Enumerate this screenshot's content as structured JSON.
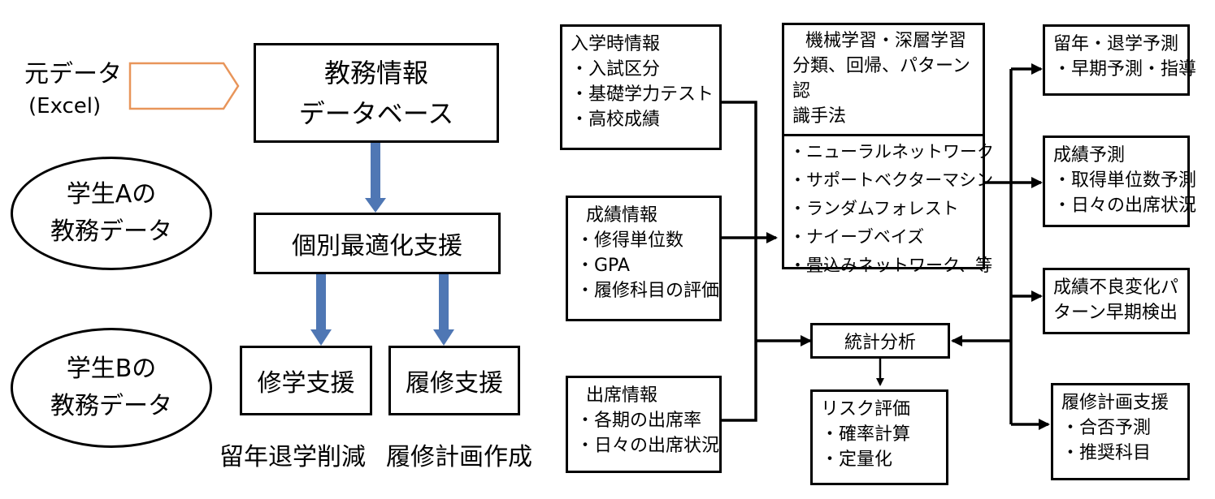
{
  "left": {
    "source": {
      "label": "元データ",
      "sub": "(Excel)"
    },
    "db": {
      "line1": "教務情報",
      "line2": "データベース"
    },
    "student_a": {
      "line1": "学生Aの",
      "line2": "教務データ"
    },
    "student_b": {
      "line1": "学生Bの",
      "line2": "教務データ"
    },
    "support": "個別最適化支援",
    "study_support": "修学支援",
    "course_support": "履修支援",
    "caption_study": "留年退学削減",
    "caption_course": "履修計画作成"
  },
  "inputs": {
    "admission": {
      "title": "入学時情報",
      "items": [
        "・入試区分",
        "・基礎学力テスト",
        "・高校成績"
      ]
    },
    "grades": {
      "title": "成績情報",
      "items": [
        "・修得単位数",
        "・GPA",
        "・履修科目の評価"
      ]
    },
    "attendance": {
      "title": "出席情報",
      "items": [
        "・各期の出席率",
        "・日々の出席状況"
      ]
    }
  },
  "ml": {
    "title_lines": [
      "機械学習・深層学習",
      "分類、回帰、パターン認",
      "識手法"
    ],
    "methods": [
      "・ニューラルネットワーク",
      "・サポートベクターマシン",
      "・ランダムフォレスト",
      "・ナイーブベイズ",
      "・畳込みネットワーク、等"
    ]
  },
  "stats": {
    "label": "統計分析"
  },
  "risk": {
    "title": "リスク評価",
    "items": [
      "・確率計算",
      "・定量化"
    ]
  },
  "outputs": {
    "dropout": {
      "lines": [
        "留年・退学予測",
        "・早期予測・指導"
      ]
    },
    "grade_pred": {
      "lines": [
        "成績予測",
        "・取得単位数予測",
        "・日々の出席状況"
      ]
    },
    "decline": {
      "lines": [
        "成績不良変化パ",
        "ターン早期検出"
      ]
    },
    "course_plan": {
      "lines": [
        "履修計画支援",
        "・合否予測",
        "・推奨科目"
      ]
    }
  },
  "colors": {
    "arrow_blue": "#4f77b4",
    "source_arrow": "#e8955a"
  }
}
